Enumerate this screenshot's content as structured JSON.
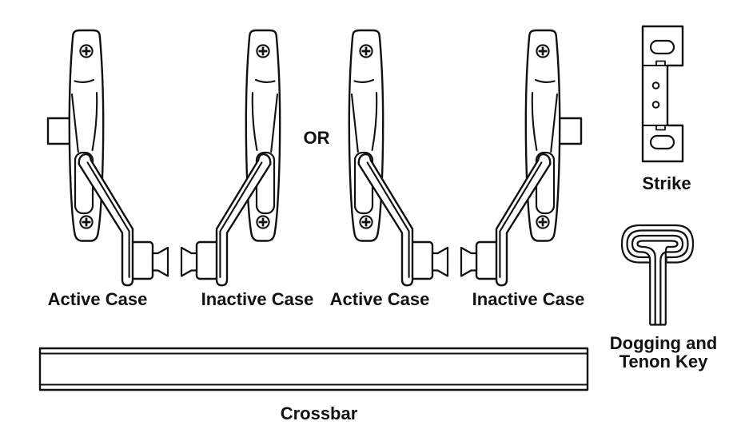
{
  "figure": {
    "title": "Exit device parts diagram",
    "background_color": "#ffffff",
    "line_color": "#111111",
    "components": {
      "device1": {
        "label": "Active Case",
        "has_side_latch": true,
        "arm_direction": "right"
      },
      "device2": {
        "label": "Inactive Case",
        "has_side_latch": false,
        "arm_direction": "left"
      },
      "or_divider": {
        "label": "OR"
      },
      "device3": {
        "label": "Active Case",
        "has_side_latch": false,
        "arm_direction": "right"
      },
      "device4": {
        "label": "Inactive Case",
        "has_side_latch": true,
        "arm_direction": "left"
      },
      "strike": {
        "label": "Strike"
      },
      "dogging_key": {
        "label_line1": "Dogging and",
        "label_line2": "Tenon Key"
      },
      "crossbar": {
        "label": "Crossbar"
      }
    }
  }
}
